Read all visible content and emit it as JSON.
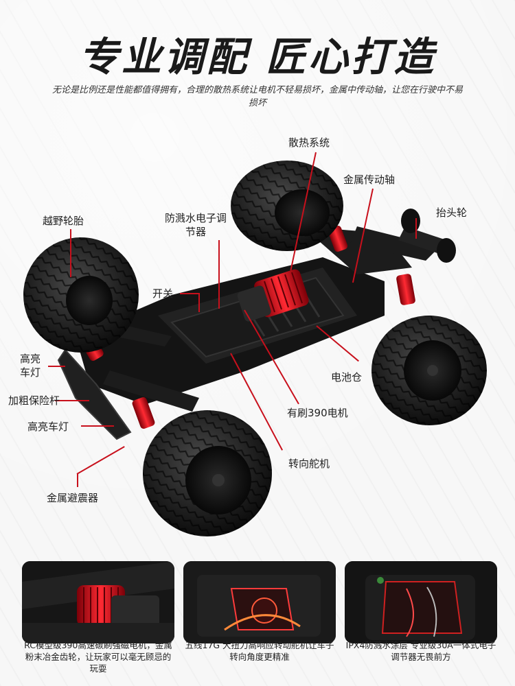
{
  "title": "专业调配 匠心打造",
  "subtitle": "无论是比例还是性能都值得拥有，合理的散热系统让电机不轻易损坏，金属中传动轴，让您在行驶中不易损坏",
  "labels": {
    "cooling": "散热系统",
    "metal_shaft": "金属传动轴",
    "wheelie_bar": "抬头轮",
    "offroad_tire": "越野轮胎",
    "waterproof_esc": "防溅水电子调节器",
    "switch": "开关",
    "headlight_1": "高亮车灯",
    "bumper": "加粗保险杆",
    "headlight_2": "高亮车灯",
    "battery": "电池仓",
    "motor": "有刷390电机",
    "servo": "转向舵机",
    "shock": "金属避震器"
  },
  "captions": [
    "RC模型级390高速碳刷强磁电机，金属粉末冶金齿轮，让玩家可以毫无顾忌的玩耍",
    "五线17G 大扭力高响应转动舵机让车子转向角度更精准",
    "IPX4防溅水涂层 专业级30A一体式电子调节器无畏前方"
  ],
  "colors": {
    "accent": "#c8101c",
    "text": "#222222",
    "title": "#1a1a1a"
  }
}
